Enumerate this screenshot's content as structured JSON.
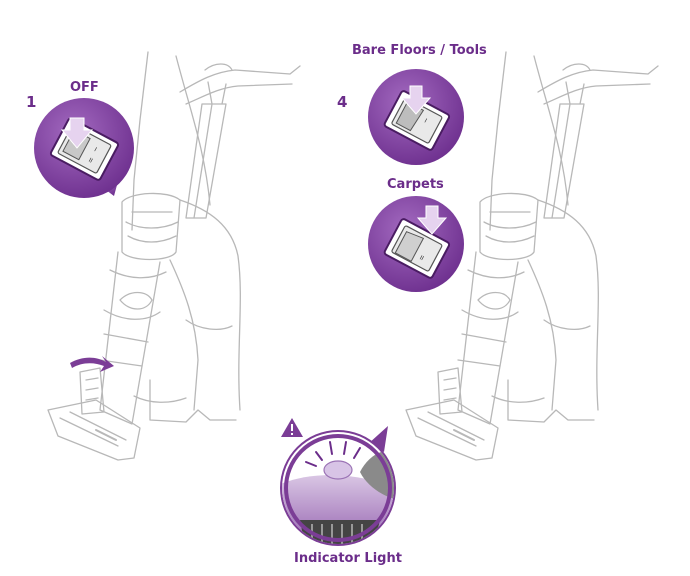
{
  "steps": {
    "left": {
      "number": "1",
      "switch_label": "OFF"
    },
    "right": {
      "number": "4",
      "switch_top_label": "Bare Floors / Tools",
      "switch_bottom_label": "Carpets"
    }
  },
  "indicator": {
    "label": "Indicator Light",
    "warning_icon": "warning-triangle-icon"
  },
  "colors": {
    "accent": "#7b3d96",
    "accent_light": "#a36ac0",
    "label": "#6b2d8a",
    "line": "#b8b8b8"
  }
}
